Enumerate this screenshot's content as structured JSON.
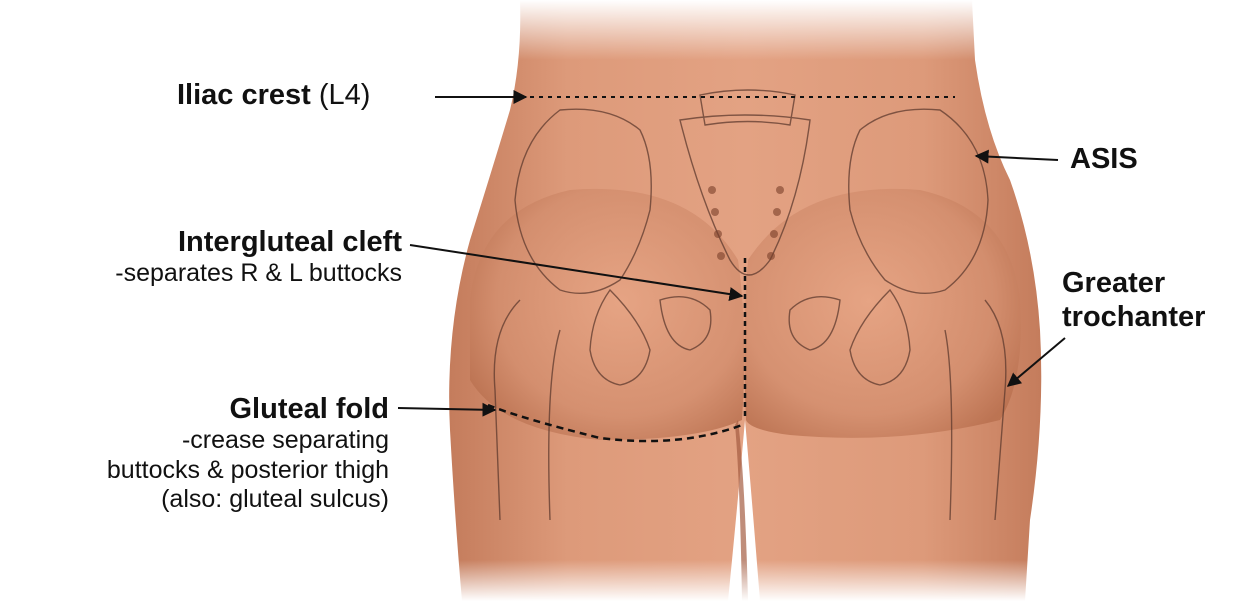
{
  "labels": {
    "iliac_crest": {
      "title": "Iliac crest",
      "suffix": "(L4)"
    },
    "asis": {
      "title": "ASIS"
    },
    "intergluteal_cleft": {
      "title": "Intergluteal cleft",
      "desc": "-separates R & L buttocks"
    },
    "greater_trochanter": {
      "line1": "Greater",
      "line2": "trochanter"
    },
    "gluteal_fold": {
      "title": "Gluteal fold",
      "desc1": "-crease separating",
      "desc2": "buttocks & posterior thigh",
      "desc3": "(also: gluteal sulcus)"
    }
  },
  "colors": {
    "skin": "#d99575",
    "skin_dark": "#b86a4c",
    "outline": "#6f3d2b",
    "bone_line": "#5e3a2e",
    "text": "#111111"
  }
}
